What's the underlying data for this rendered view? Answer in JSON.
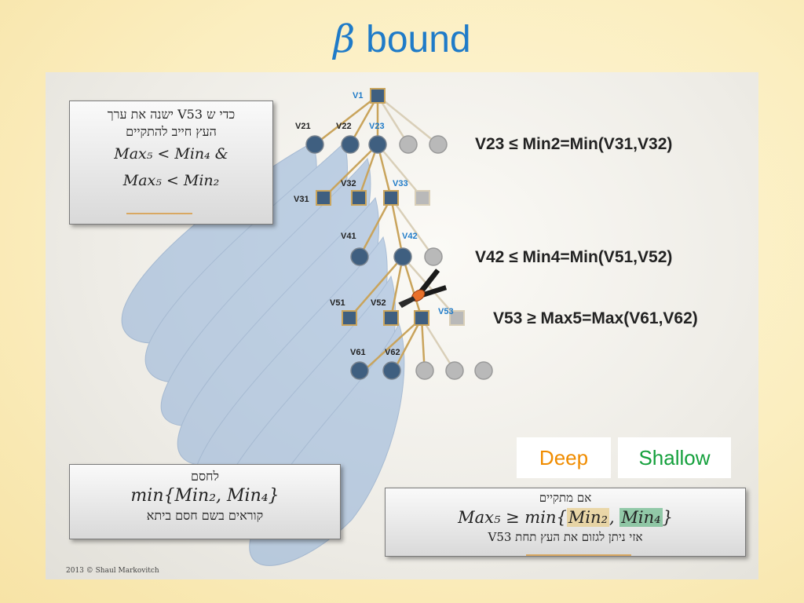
{
  "title": {
    "symbol": "β",
    "text": "bound"
  },
  "nodes": [
    {
      "id": "V1",
      "label": "V1",
      "label_color": "#1f7bc8"
    },
    {
      "id": "V21",
      "label": "V21",
      "label_color": "#222"
    },
    {
      "id": "V22",
      "label": "V22",
      "label_color": "#222"
    },
    {
      "id": "V23",
      "label": "V23",
      "label_color": "#1f7bc8"
    },
    {
      "id": "V31",
      "label": "V31",
      "label_color": "#222"
    },
    {
      "id": "V32",
      "label": "V32",
      "label_color": "#222"
    },
    {
      "id": "V33",
      "label": "V33",
      "label_color": "#1f7bc8"
    },
    {
      "id": "V41",
      "label": "V41",
      "label_color": "#222"
    },
    {
      "id": "V42",
      "label": "V42",
      "label_color": "#1f7bc8"
    },
    {
      "id": "V51",
      "label": "V51",
      "label_color": "#222"
    },
    {
      "id": "V52",
      "label": "V52",
      "label_color": "#222"
    },
    {
      "id": "V53",
      "label": "V53",
      "label_color": "#1f7bc8"
    },
    {
      "id": "V61",
      "label": "V61",
      "label_color": "#222"
    },
    {
      "id": "V62",
      "label": "V62",
      "label_color": "#222"
    }
  ],
  "equations": {
    "eq1": "V23 ≤ Min2=Min(V31,V32)",
    "eq2": "V42 ≤ Min4=Min(V51,V52)",
    "eq3": "V53 ≥ Max5=Max(V61,V62)"
  },
  "top_box": {
    "line1": "כדי ש V53 ישנה את ערך",
    "line2": "העץ חייב להתקיים",
    "line3": "Max₅ < Min₄ &",
    "line4": "Max₅ < Min₂"
  },
  "bottom_left_box": {
    "line1": "לחסם",
    "line2": "min{Min₂, Min₄}",
    "line3": "קוראים בשם חסם ביתא"
  },
  "bottom_right_box": {
    "line1": "אם מתקיים",
    "line2_prefix": "Max₅ ≥ min{",
    "line2_deep": "Min₂",
    "line2_sep": ", ",
    "line2_shallow": "Min₄",
    "line2_suffix": "}",
    "line3": "אזי ניתן לגזום את העץ תחת V53"
  },
  "tags": {
    "deep": "Deep",
    "shallow": "Shallow"
  },
  "credit": "2013 © Shaul Markovitch",
  "colors": {
    "deep": "#f08c00",
    "shallow": "#14a03c",
    "accent": "#1f7bc8",
    "node_fill": "#3f5f80",
    "node_inactive": "#b9b9b9",
    "edge": "#c9a45c"
  }
}
